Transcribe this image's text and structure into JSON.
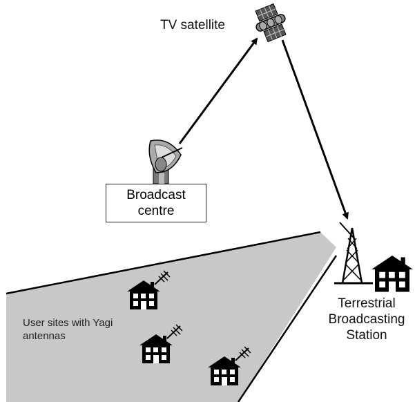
{
  "labels": {
    "satellite": "TV satellite",
    "broadcast_centre_line1": "Broadcast",
    "broadcast_centre_line2": "centre",
    "station_line1": "Terrestrial",
    "station_line2": "Broadcasting",
    "station_line3": "Station",
    "user_sites_line1": "User sites with Yagi",
    "user_sites_line2": "antennas"
  },
  "colors": {
    "coverage_area": "#c8c8c8",
    "ink": "#000000",
    "background": "#ffffff"
  },
  "icons": [
    "satellite-icon",
    "dish-antenna-icon",
    "transmission-tower-icon",
    "house-icon",
    "yagi-antenna-icon"
  ]
}
